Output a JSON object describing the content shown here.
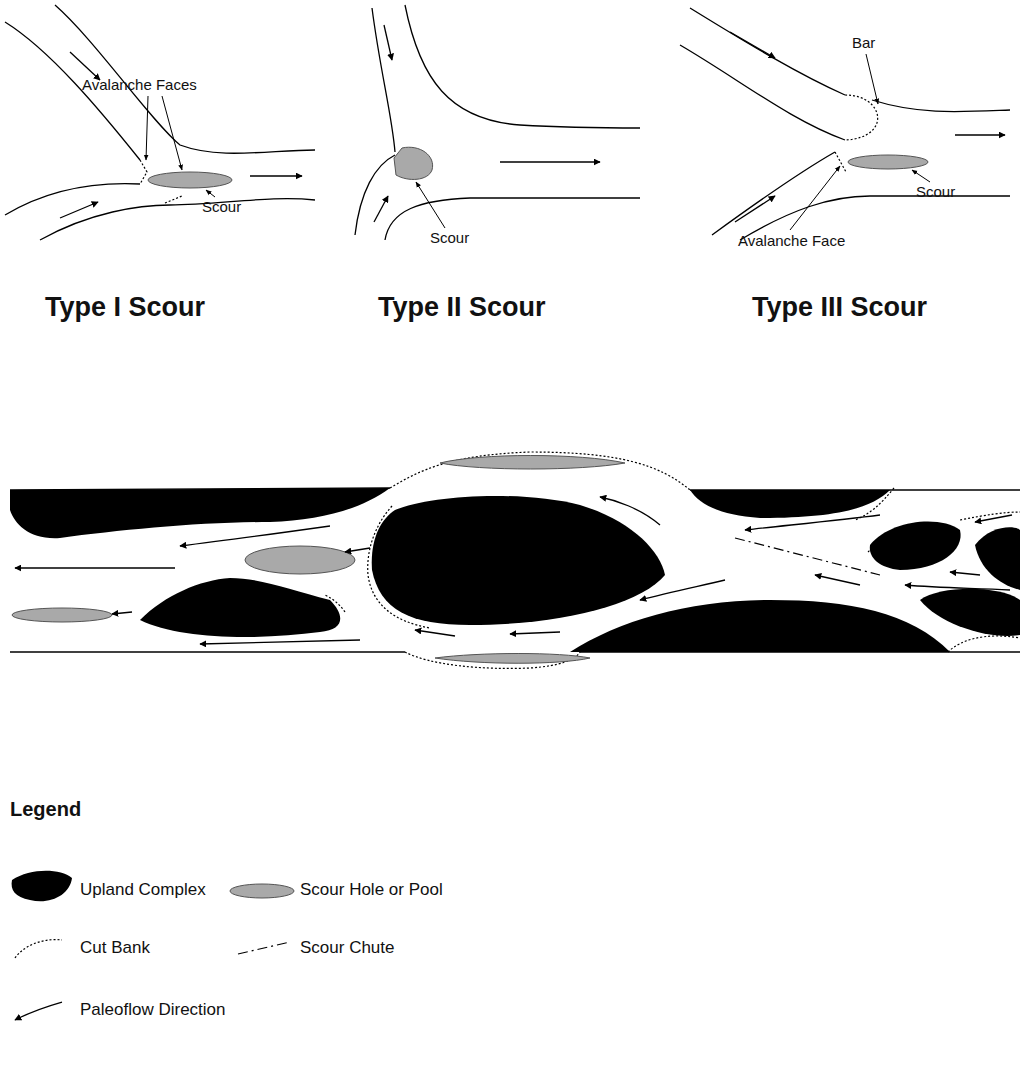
{
  "diagram": {
    "labels": [
      "Avalanche Faces",
      "Scour",
      "Scour",
      "Bar",
      "Scour",
      "Avalanche Face",
      "Type I Scour",
      "Type II Scour",
      "Type III Scour",
      "Legend"
    ],
    "legend": [
      {
        "text": "Upland Complex"
      },
      {
        "text": "Scour Hole or Pool"
      },
      {
        "text": "Cut Bank"
      },
      {
        "text": "Scour Chute"
      },
      {
        "text": "Paleoflow Direction"
      }
    ]
  }
}
